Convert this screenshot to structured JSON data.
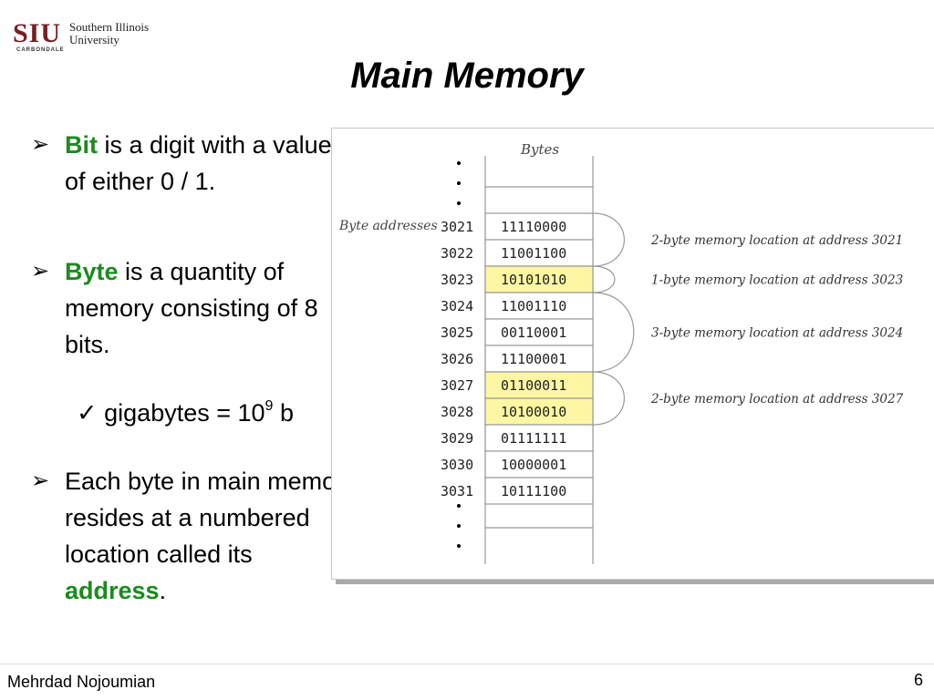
{
  "logo": {
    "mark": "SIU",
    "name": "Southern Illinois University",
    "sub": "CARBONDALE"
  },
  "title": "Main Memory",
  "bullets": [
    {
      "keyword": "Bit",
      "text": " is a digit with a value of either 0 / 1."
    },
    {
      "keyword": "Byte",
      "text": " is a quantity of memory consisting of 8 bits."
    },
    {
      "text_before": "Each byte in main memory resides at a numbered location called its ",
      "keyword": "address",
      "text_after": "."
    }
  ],
  "sub_bullet": {
    "mark": "✓",
    "text": "gigabytes = 10",
    "sup": "9",
    "unit": " b"
  },
  "figure": {
    "bytes_label": "Bytes",
    "addresses_label": "Byte addresses",
    "cells": [
      {
        "address": "3021",
        "value": "11110000",
        "highlight": false
      },
      {
        "address": "3022",
        "value": "11001100",
        "highlight": false
      },
      {
        "address": "3023",
        "value": "10101010",
        "highlight": true
      },
      {
        "address": "3024",
        "value": "11001110",
        "highlight": false
      },
      {
        "address": "3025",
        "value": "00110001",
        "highlight": false
      },
      {
        "address": "3026",
        "value": "11100001",
        "highlight": false
      },
      {
        "address": "3027",
        "value": "01100011",
        "highlight": true
      },
      {
        "address": "3028",
        "value": "10100010",
        "highlight": true
      },
      {
        "address": "3029",
        "value": "01111111",
        "highlight": false
      },
      {
        "address": "3030",
        "value": "10000001",
        "highlight": false
      },
      {
        "address": "3031",
        "value": "10111100",
        "highlight": false
      }
    ],
    "locations": [
      {
        "from": 0,
        "to": 1,
        "label": "2-byte memory location at address 3021"
      },
      {
        "from": 2,
        "to": 2,
        "label": "1-byte memory location at address 3023"
      },
      {
        "from": 3,
        "to": 5,
        "label": "3-byte memory location at address 3024"
      },
      {
        "from": 6,
        "to": 7,
        "label": "2-byte memory location at address 3027"
      }
    ],
    "colors": {
      "highlight": "#fdf7a3",
      "line": "#999999"
    }
  },
  "footer": {
    "author": "Mehrdad Nojoumian",
    "page": "6"
  }
}
